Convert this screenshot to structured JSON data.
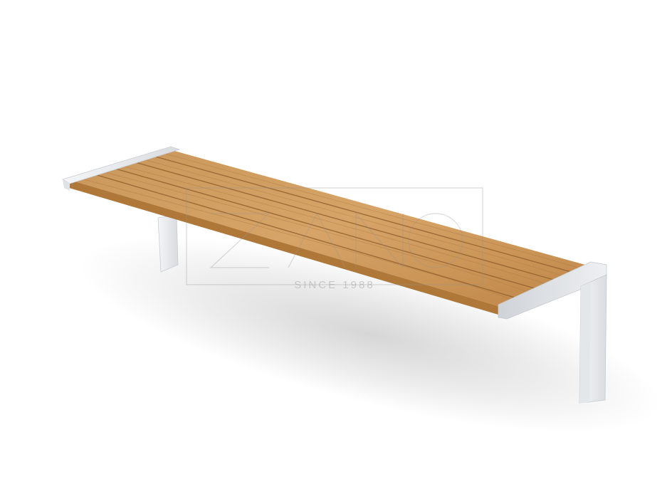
{
  "scene": {
    "subject": "bench",
    "background_color": "#ffffff",
    "wood_color": "#c88a4a",
    "steel_color": "#e6e8eb"
  },
  "watermark": {
    "logo_text": "ZANO",
    "tagline": "SINCE 1988"
  }
}
